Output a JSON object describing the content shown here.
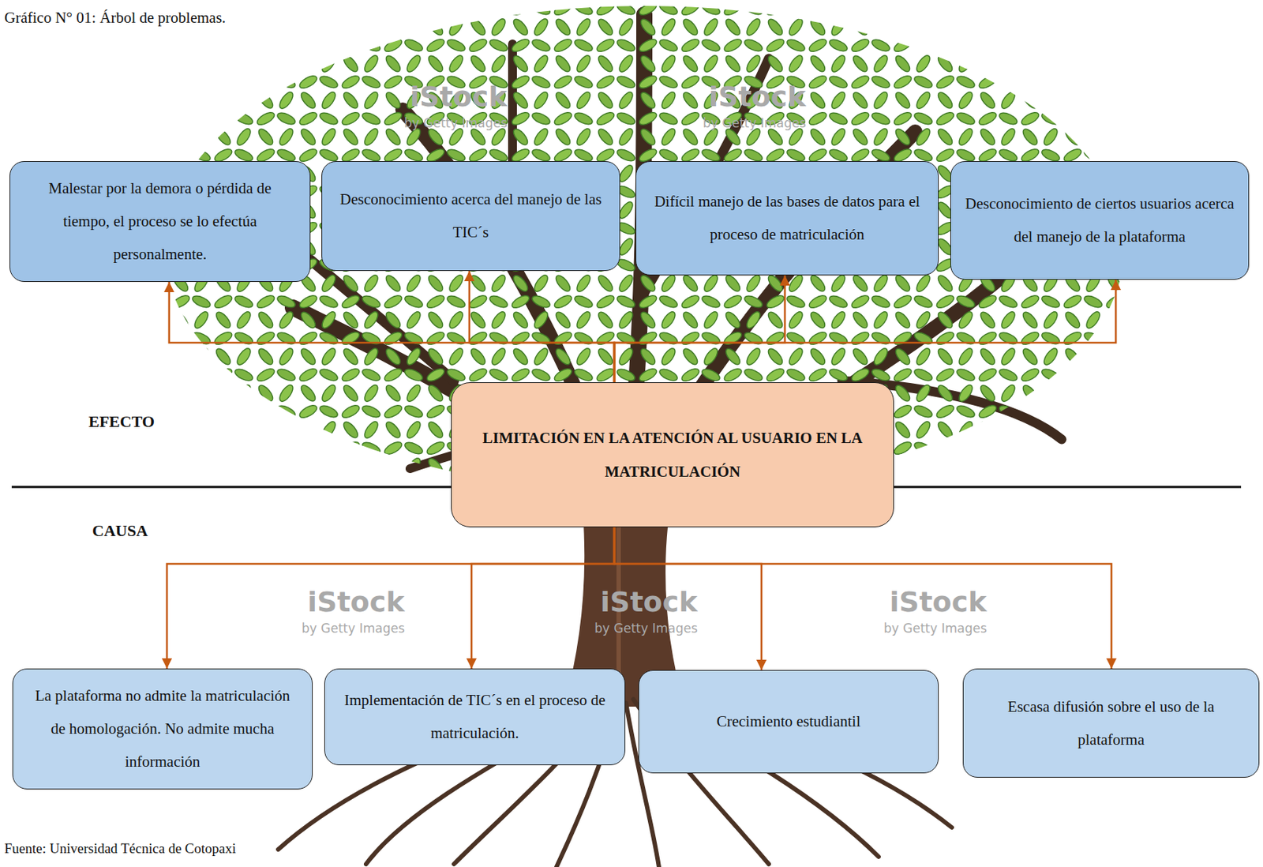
{
  "diagram": {
    "title": "Gráfico N° 01: Árbol de problemas.",
    "caption": "Fuente: Universidad Técnica de Cotopaxi",
    "nodes": [
      {
        "text": [
          "Malestar por la demora o pérdida de tiempo, el proceso se lo efectúa personalmente."
        ]
      },
      {
        "text": [
          "Desconocimiento acerca del manejo de las TIC´s"
        ]
      },
      {
        "text": [
          "Difícil manejo de las bases de datos para el proceso de matriculación"
        ]
      },
      {
        "text": [
          "Desconocimiento de ciertos usuarios acerca del manejo de la plataforma"
        ]
      },
      {
        "text": [
          "LIMITACIÓN EN LA ATENCIÓN AL USUARIO EN LA MATRICULACIÓN"
        ]
      },
      {
        "text": [
          "La plataforma no admite la matriculación de homologación. No admite mucha información"
        ]
      },
      {
        "text": [
          "Implementación de TIC´s en el proceso de matriculación."
        ]
      },
      {
        "text": [
          "Crecimiento estudiantil"
        ]
      },
      {
        "text": [
          "Escasa difusión sobre el uso de la plataforma"
        ]
      }
    ],
    "edges": [
      {
        "from": 4,
        "to": 0,
        "arrow": "to"
      },
      {
        "from": 4,
        "to": 1,
        "arrow": "to"
      },
      {
        "from": 4,
        "to": 2,
        "arrow": "to"
      },
      {
        "from": 4,
        "to": 3,
        "arrow": "to"
      },
      {
        "from": 4,
        "to": 5,
        "arrow": "to"
      },
      {
        "from": 4,
        "to": 6,
        "arrow": "to"
      },
      {
        "from": 4,
        "to": 7,
        "arrow": "to"
      },
      {
        "from": 4,
        "to": 8,
        "arrow": "to"
      }
    ],
    "labels": [
      "EFECTO",
      "CAUSA",
      "iStock",
      "by Getty Images",
      "iStock",
      "by Getty Images",
      "iStock",
      "by Getty Images",
      "iStock",
      "by Getty Images",
      "iStock",
      "by Getty Images"
    ]
  }
}
